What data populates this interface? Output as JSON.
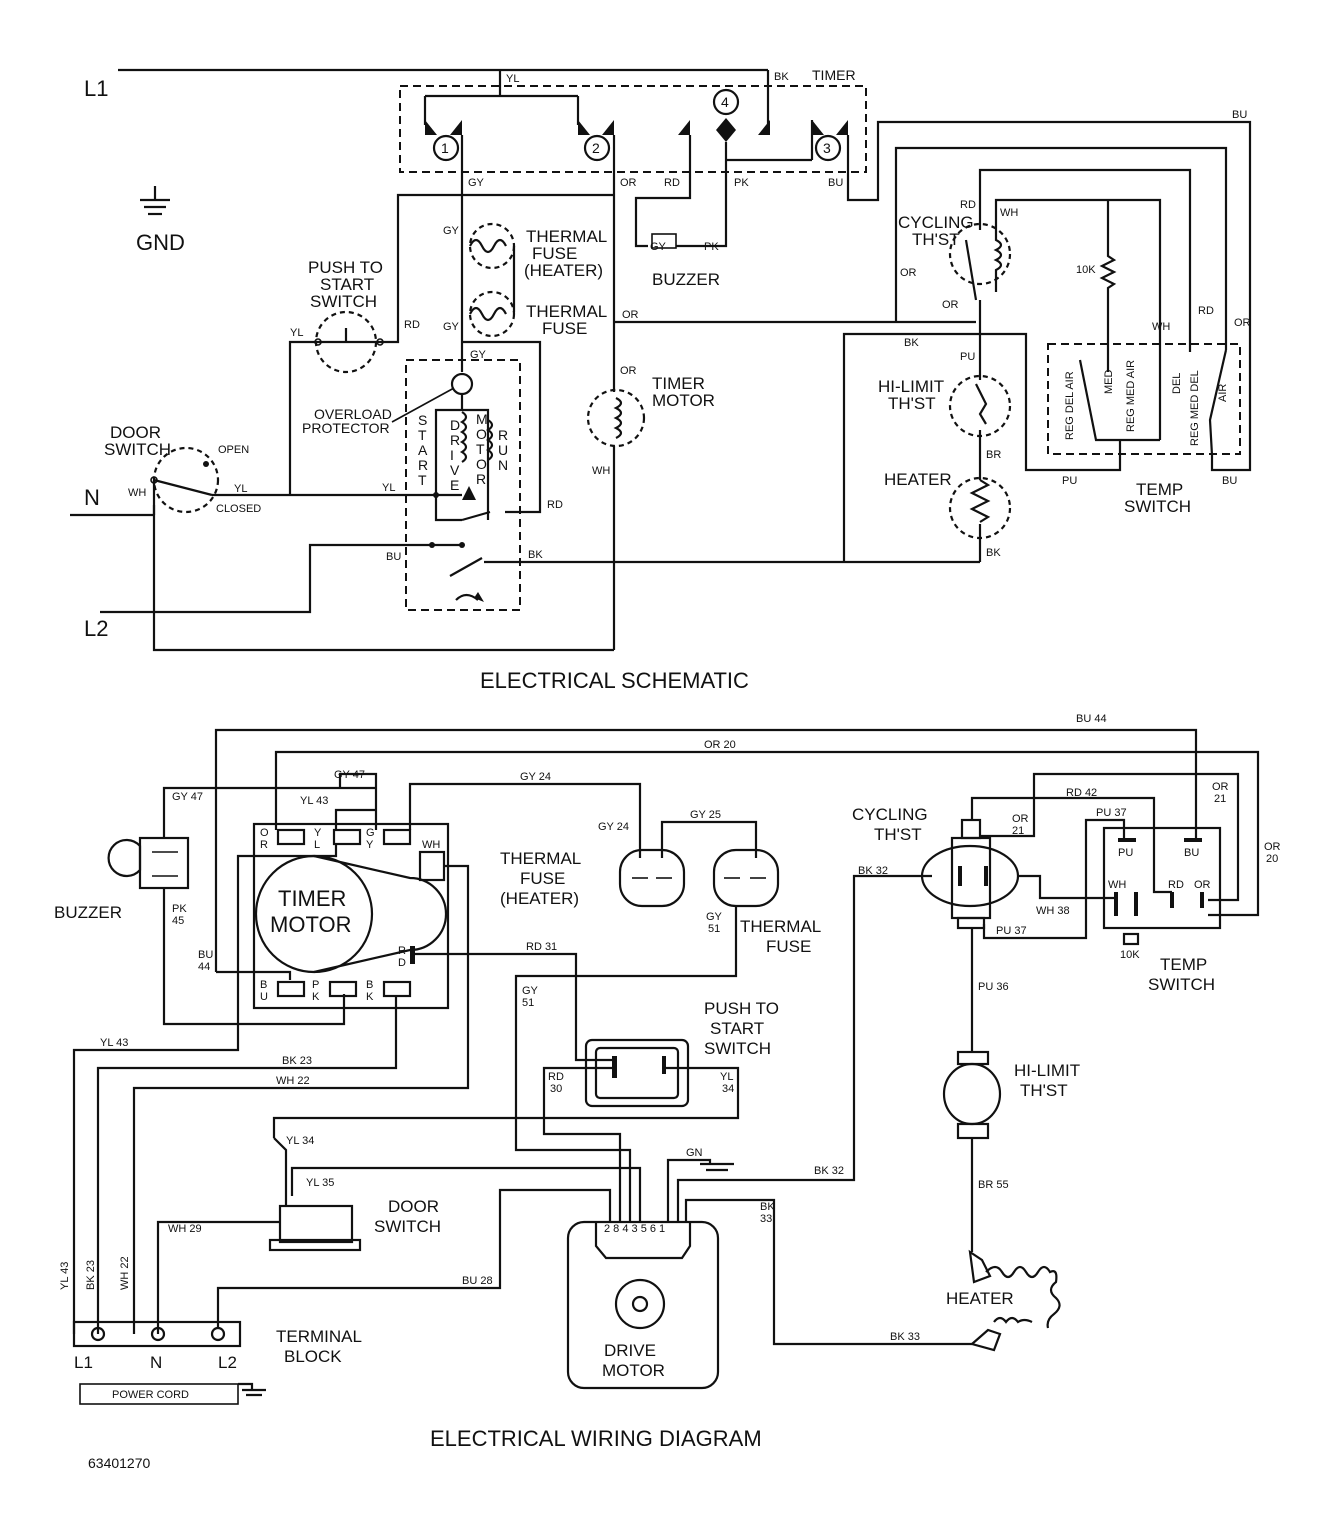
{
  "schematic": {
    "title": "ELECTRICAL SCHEMATIC",
    "lines": {
      "l1": "L1",
      "l2": "L2",
      "n": "N",
      "gnd": "GND"
    },
    "timer": {
      "label": "TIMER",
      "contacts": [
        "1",
        "2",
        "3",
        "4"
      ]
    },
    "wire_tags": {
      "yl": "YL",
      "bk": "BK",
      "bu": "BU",
      "gy": "GY",
      "or": "OR",
      "rd": "RD",
      "pk": "PK",
      "wh": "WH",
      "pu": "PU",
      "br": "BR"
    },
    "components": {
      "thermal_fuse_heater": [
        "THERMAL",
        "FUSE",
        "(HEATER)"
      ],
      "thermal_fuse": [
        "THERMAL",
        "FUSE"
      ],
      "buzzer": "BUZZER",
      "push_to_start": [
        "PUSH TO",
        "START",
        "SWITCH"
      ],
      "overload": [
        "OVERLOAD",
        "PROTECTOR"
      ],
      "door_switch": [
        "DOOR",
        "SWITCH"
      ],
      "door_open": "OPEN",
      "door_closed": "CLOSED",
      "timer_motor": [
        "TIMER",
        "MOTOR"
      ],
      "drive_motor": [
        "D",
        "R",
        "I",
        "V",
        "E"
      ],
      "motor_word": [
        "M",
        "O",
        "T",
        "O",
        "R"
      ],
      "start_word": [
        "S",
        "T",
        "A",
        "R",
        "T"
      ],
      "run_word": [
        "R",
        "U",
        "N"
      ],
      "cycling": [
        "CYCLING",
        "TH'ST"
      ],
      "hi_limit": [
        "HI-LIMIT",
        "TH'ST"
      ],
      "heater": "HEATER",
      "temp_switch": [
        "TEMP",
        "SWITCH"
      ],
      "resistor_10k": "10K",
      "temp_positions": [
        "REG DEL AIR",
        "MED",
        "REG MED AIR",
        "DEL",
        "REG MED DEL",
        "AIR"
      ]
    }
  },
  "wiring": {
    "title": "ELECTRICAL WIRING DIAGRAM",
    "part_number": "63401270",
    "components": {
      "buzzer": "BUZZER",
      "timer_motor": [
        "TIMER",
        "MOTOR"
      ],
      "thermal_fuse_heater": [
        "THERMAL",
        "FUSE",
        "(HEATER)"
      ],
      "thermal_fuse": [
        "THERMAL",
        "FUSE"
      ],
      "push_to_start": [
        "PUSH TO",
        "START",
        "SWITCH"
      ],
      "door_switch": [
        "DOOR",
        "SWITCH"
      ],
      "terminal_block": [
        "TERMINAL",
        "BLOCK"
      ],
      "drive_motor": [
        "DRIVE",
        "MOTOR"
      ],
      "cycling": [
        "CYCLING",
        "TH'ST"
      ],
      "hi_limit": [
        "HI-LIMIT",
        "TH'ST"
      ],
      "heater": "HEATER",
      "temp_switch": [
        "TEMP",
        "SWITCH"
      ],
      "power_cord": "POWER CORD",
      "terminals": [
        "L1",
        "N",
        "L2"
      ],
      "motor_pins": "2 8 4 3   5 6 1",
      "gn": "GN",
      "res10k": "10K"
    },
    "timer_terms": {
      "or": [
        "O",
        "R"
      ],
      "yl": [
        "Y",
        "L"
      ],
      "gy": [
        "G",
        "Y"
      ],
      "wh": "WH",
      "rd": [
        "R",
        "D"
      ],
      "bu": [
        "B",
        "U"
      ],
      "pk": [
        "P",
        "K"
      ],
      "bk": [
        "B",
        "K"
      ]
    },
    "temp_terms": {
      "pu": "PU",
      "bu": "BU",
      "wh": "WH",
      "rd": "RD",
      "or": "OR"
    },
    "wire_labels": {
      "bu44": "BU 44",
      "or20": "OR 20",
      "gy47": "GY 47",
      "gy24": "GY 24",
      "gy25": "GY 25",
      "yl43": "YL 43",
      "rd42": "RD 42",
      "or21": "OR 21",
      "pu37": "PU 37",
      "bk32": "BK 32",
      "wh38": "WH 38",
      "rd31": "RD 31",
      "gy51": "GY 51",
      "pk45": "PK 45",
      "bk23": "BK 23",
      "wh22": "WH 22",
      "yl34": "YL 34",
      "yl35": "YL 35",
      "wh29": "WH 29",
      "bu28": "BU 28",
      "rd30": "RD 30",
      "bk33": "BK 33",
      "pu36": "PU 36",
      "br55": "BR 55",
      "or": "OR",
      "n20": "20",
      "n21": "21",
      "gy": "GY",
      "n51": "51",
      "pk": "PK",
      "n45": "45",
      "bu": "BU",
      "n44": "44",
      "rd": "RD",
      "n30": "30",
      "yl": "YL",
      "n34": "34",
      "bk": "BK",
      "n33": "33"
    }
  }
}
